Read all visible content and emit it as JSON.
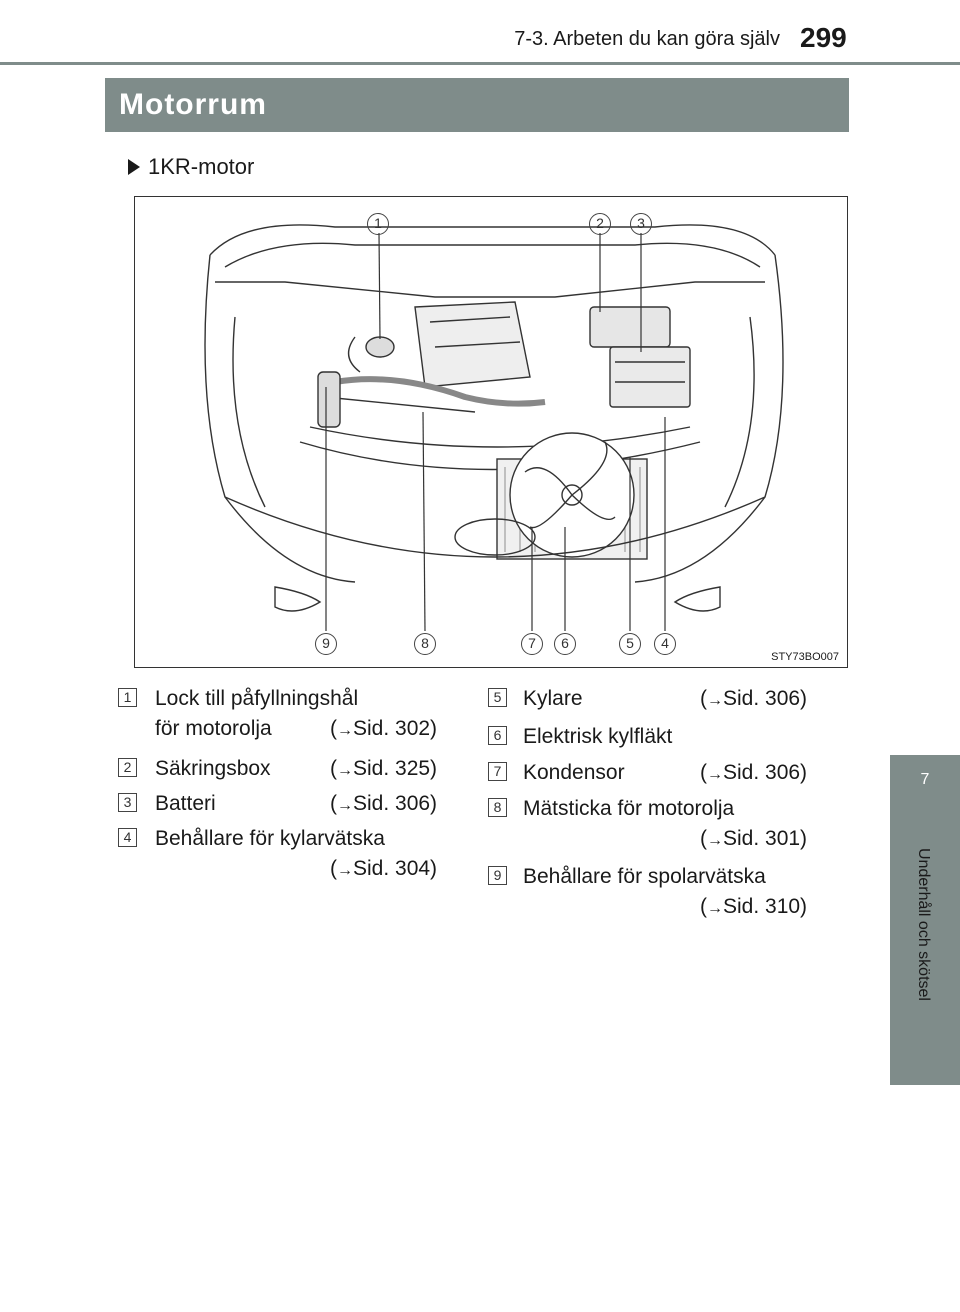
{
  "header": {
    "section": "7-3. Arbeten du kan göra själv",
    "page_number": "299"
  },
  "title": "Motorrum",
  "engine_label": "1KR-motor",
  "figure": {
    "code": "STY73BO007",
    "callouts_top": [
      "1",
      "2",
      "3"
    ],
    "callouts_bottom": [
      "9",
      "8",
      "7",
      "6",
      "5",
      "4"
    ]
  },
  "legend": [
    {
      "num": "1",
      "line1": "Lock till påfyllningshål",
      "line2": "för motorolja",
      "ref": "Sid. 302)"
    },
    {
      "num": "2",
      "line1": "Säkringsbox",
      "ref": "Sid. 325)"
    },
    {
      "num": "3",
      "line1": "Batteri",
      "ref": "Sid. 306)"
    },
    {
      "num": "4",
      "line1": "Behållare för kylarvätska",
      "ref": "Sid. 304)"
    },
    {
      "num": "5",
      "line1": "Kylare",
      "ref": "Sid. 306)"
    },
    {
      "num": "6",
      "line1": "Elektrisk kylfläkt"
    },
    {
      "num": "7",
      "line1": "Kondensor",
      "ref": "Sid. 306)"
    },
    {
      "num": "8",
      "line1": "Mätsticka för motorolja",
      "ref": "Sid. 301)"
    },
    {
      "num": "9",
      "line1": "Behållare för spolarvätska",
      "ref": "Sid. 310)"
    }
  ],
  "side_tab": {
    "chapter": "7",
    "label": "Underhåll och skötsel"
  }
}
